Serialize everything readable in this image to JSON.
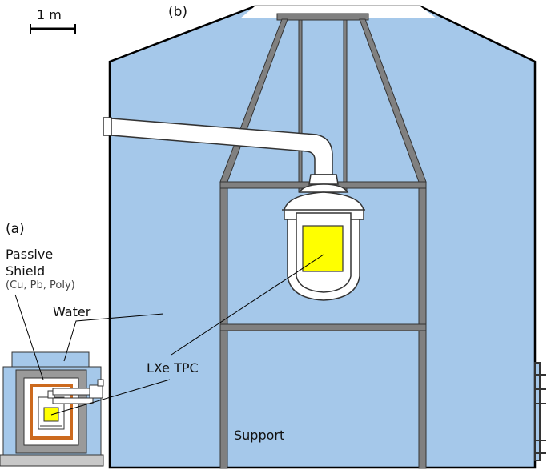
{
  "scale_bar": {
    "label": "1 m"
  },
  "panel_a": {
    "tag": "(a)",
    "passive_shield_line1": "Passive",
    "passive_shield_line2": "Shield",
    "passive_shield_materials": "(Cu, Pb, Poly)",
    "water_label": "Water"
  },
  "panel_b": {
    "tag": "(b)",
    "tpc_label": "LXe TPC",
    "support_label": "Support"
  },
  "colors": {
    "water": "#a5c8ea",
    "yellow": "#ffff00",
    "copper": "#cc6a1e",
    "steel": "#808080",
    "outline": "#000000",
    "ground": "#c8c8c8"
  }
}
